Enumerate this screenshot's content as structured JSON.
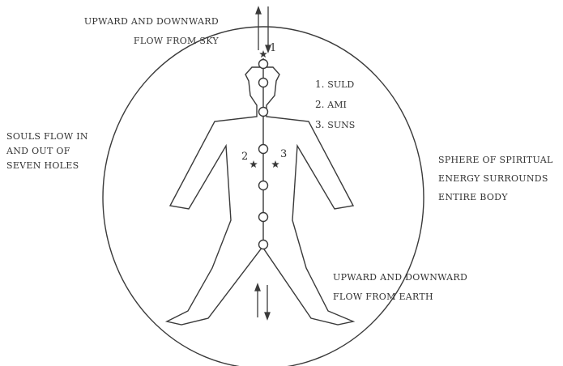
{
  "labels": {
    "sky_flow": [
      "UPWARD AND DOWNWARD",
      "FLOW FROM SKY"
    ],
    "souls_flow": [
      "SOULS FLOW IN",
      "AND OUT OF",
      "SEVEN HOLES"
    ],
    "sphere": [
      "SPHERE OF SPIRITUAL",
      "ENERGY SURROUNDS",
      "ENTIRE BODY"
    ],
    "earth_flow": [
      "UPWARD AND DOWNWARD",
      "FLOW FROM EARTH"
    ]
  },
  "legend": [
    {
      "number": "1.",
      "name": "SULD"
    },
    {
      "number": "2.",
      "name": "AMI"
    },
    {
      "number": "3.",
      "name": "SUNS"
    }
  ],
  "star_markers": {
    "crown": "1",
    "left_chest": "2",
    "right_chest": "3"
  },
  "colors": {
    "line": "#3a3a3a",
    "text": "#333333",
    "background": "#ffffff"
  }
}
